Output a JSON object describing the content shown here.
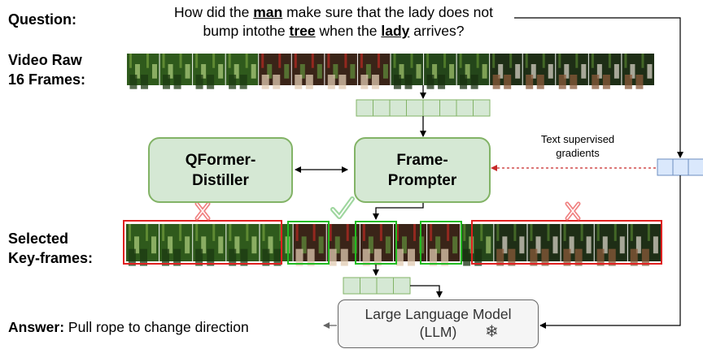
{
  "question": {
    "label": "Question:",
    "parts": [
      "How did the ",
      "man",
      " make sure that the lady does not",
      "bump intothe ",
      "tree",
      " when the ",
      "lady",
      " arrives?"
    ]
  },
  "video": {
    "label_line1": "Video Raw",
    "label_line2": "16 Frames:"
  },
  "selected": {
    "label_line1": "Selected",
    "label_line2": "Key-frames:"
  },
  "qformer": {
    "line1": "QFormer-",
    "line2": "Distiller"
  },
  "prompter": {
    "line1": "Frame-",
    "line2": "Prompter"
  },
  "annotation": {
    "line1": "Text supervised",
    "line2": "gradients"
  },
  "llm": {
    "line1": "Large Language Model",
    "line2": "(LLM)"
  },
  "answer": {
    "label": "Answer:",
    "text": "Pull rope to change direction"
  },
  "colors": {
    "box_fill": "#d5e8d4",
    "box_stroke": "#82b366",
    "reject": "#e02020",
    "accept": "#22bb22",
    "text_token_fill": "#dae8fc",
    "text_token_stroke": "#6c8ebf",
    "dashed_arrow": "#c62828"
  },
  "icons": {
    "reject": "cross-icon",
    "accept": "check-icon",
    "frozen": "snowflake-icon"
  }
}
